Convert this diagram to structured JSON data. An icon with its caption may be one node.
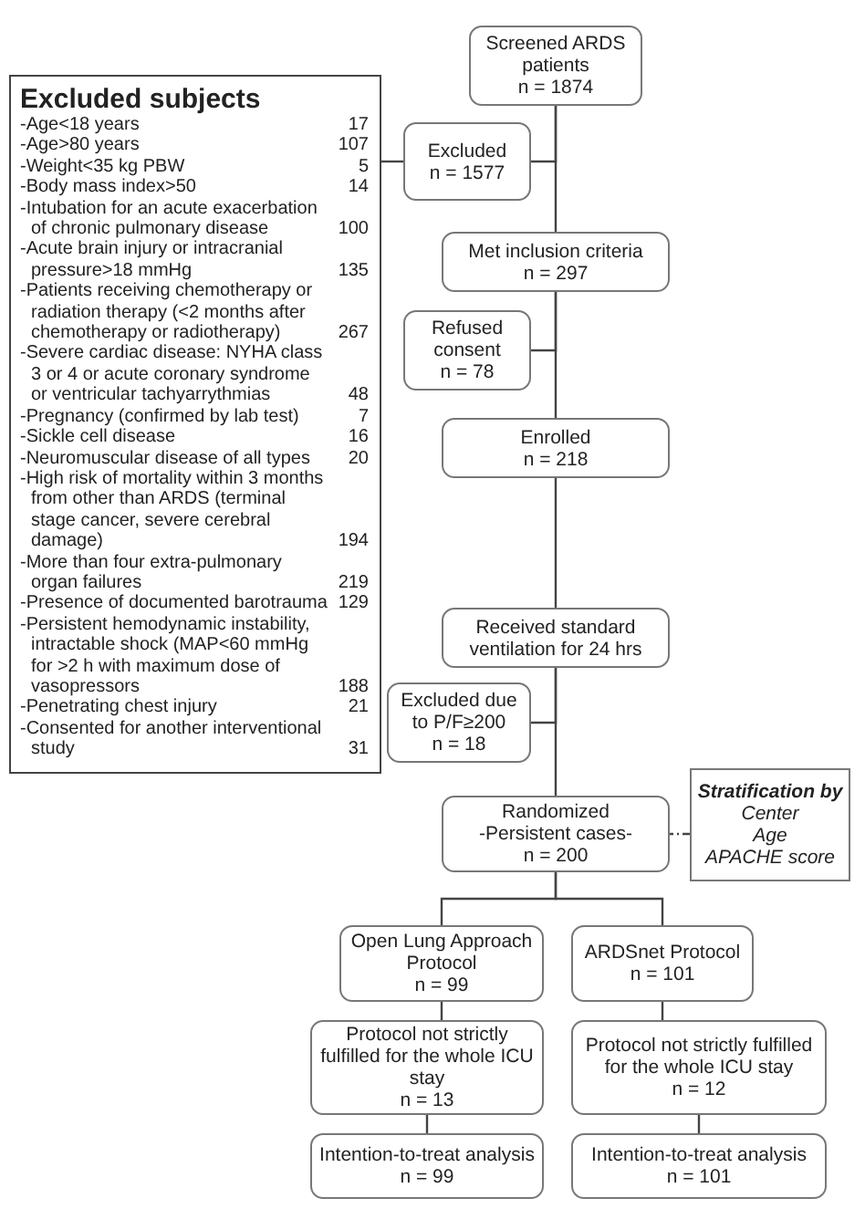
{
  "diagram": {
    "nodes": [
      {
        "text": [
          "Excluded subjects",
          "-Age<18 years",
          "17",
          "-Age>80 years",
          "107",
          "-Weight<35 kg PBW",
          "5",
          "-Body mass index>50",
          "14",
          "-Intubation for an acute exacerbation of chronic pulmonary disease",
          "100",
          "-Acute brain injury or intracranial pressure>18 mmHg",
          "135",
          "-Patients receiving chemotherapy or radiation therapy (<2 months after chemotherapy or radiotherapy)",
          "267",
          "-Severe cardiac disease: NYHA class 3 or 4 or acute coronary syndrome or ventricular tachyarrythmias",
          "48",
          "-Pregnancy (confirmed by lab test)",
          "7",
          "-Sickle cell disease",
          "16",
          "-Neuromuscular disease of all types",
          "20",
          "-High risk of mortality within 3 months from other than ARDS (terminal stage cancer, severe cerebral damage)",
          "194",
          "-More than four extra-pulmonary organ failures",
          "219",
          "-Presence of documented barotrauma",
          "129",
          "-Persistent hemodynamic instability, intractable shock (MAP<60 mmHg for >2 h with maximum dose of vasopressors",
          "188",
          "-Penetrating chest injury",
          "21",
          "-Consented for another interventional study",
          "31"
        ]
      },
      {
        "text": [
          "Screened ARDS patients",
          "n = 1874"
        ]
      },
      {
        "text": [
          "Excluded",
          "n = 1577"
        ]
      },
      {
        "text": [
          "Met inclusion criteria",
          "n = 297"
        ]
      },
      {
        "text": [
          "Refused consent",
          "n = 78"
        ]
      },
      {
        "text": [
          "Enrolled",
          "n = 218"
        ]
      },
      {
        "text": [
          "Received standard ventilation for 24 hrs"
        ]
      },
      {
        "text": [
          "Excluded due to P/F≥200",
          "n = 18"
        ]
      },
      {
        "text": [
          "Randomized",
          "-Persistent cases-",
          "n = 200"
        ]
      },
      {
        "text": [
          "Stratification by",
          "Center",
          "Age",
          "APACHE score"
        ]
      },
      {
        "text": [
          "Open Lung Approach Protocol",
          "n = 99"
        ]
      },
      {
        "text": [
          "ARDSnet Protocol",
          "n = 101"
        ]
      },
      {
        "text": [
          "Protocol not strictly fulfilled for the whole ICU stay",
          "n = 13"
        ]
      },
      {
        "text": [
          "Protocol not strictly fulfilled for the whole ICU stay",
          "n = 12"
        ]
      },
      {
        "text": [
          "Intention-to-treat analysis",
          "n = 99"
        ]
      },
      {
        "text": [
          "Intention-to-treat analysis",
          "n = 101"
        ]
      }
    ],
    "edges": [
      {
        "from": 1,
        "to": 3,
        "arrow": "none"
      },
      {
        "from": 1,
        "to": 2,
        "arrow": "none"
      },
      {
        "from": 2,
        "to": 0,
        "arrow": "none"
      },
      {
        "from": 3,
        "to": 5,
        "arrow": "none"
      },
      {
        "from": 3,
        "to": 4,
        "arrow": "none"
      },
      {
        "from": 5,
        "to": 6,
        "arrow": "none"
      },
      {
        "from": 6,
        "to": 8,
        "arrow": "none"
      },
      {
        "from": 6,
        "to": 7,
        "arrow": "none"
      },
      {
        "from": 9,
        "to": 8,
        "arrow": "none",
        "style": "dashed"
      },
      {
        "from": 8,
        "to": 10,
        "arrow": "none"
      },
      {
        "from": 8,
        "to": 11,
        "arrow": "none"
      },
      {
        "from": 10,
        "to": 12,
        "arrow": "none"
      },
      {
        "from": 11,
        "to": 13,
        "arrow": "none"
      },
      {
        "from": 12,
        "to": 14,
        "arrow": "none"
      },
      {
        "from": 13,
        "to": 15,
        "arrow": "none"
      }
    ]
  }
}
